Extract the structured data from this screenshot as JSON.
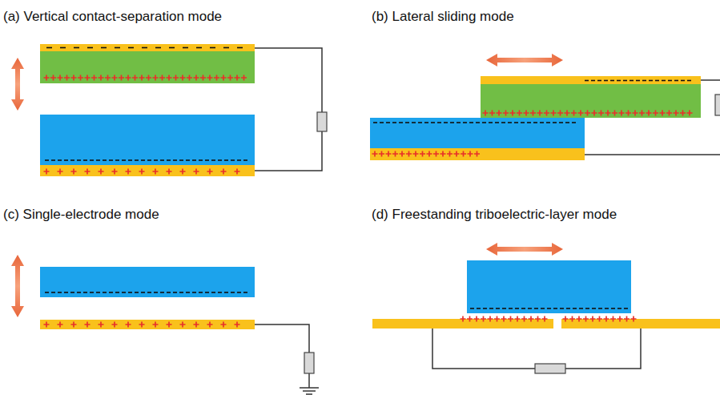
{
  "diagram": {
    "labels": [
      "(a) Vertical contact-separation mode",
      "(b) Lateral sliding mode",
      "(c) Single-electrode mode",
      "(d) Freestanding triboelectric-layer mode"
    ]
  }
}
